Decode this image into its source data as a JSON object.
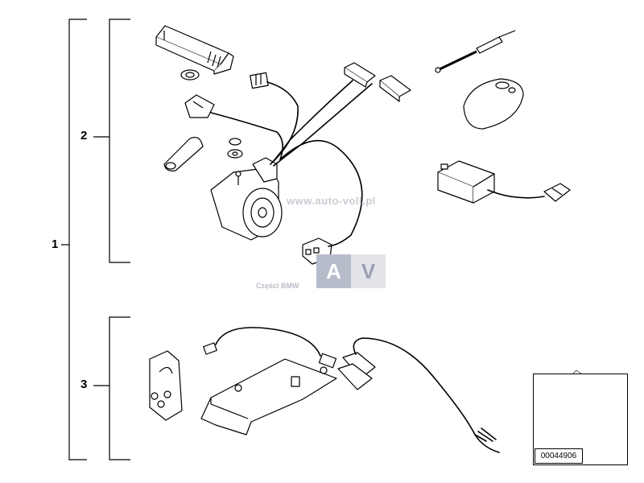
{
  "callouts": {
    "item1": "1",
    "item2": "2",
    "item3": "3"
  },
  "watermark": {
    "url": "www.auto-voll.pl",
    "tagline": "Części BMW",
    "logo_left": "A",
    "logo_right": "V"
  },
  "reference": {
    "code": "00044906"
  },
  "colors": {
    "line": "#000000",
    "watermark": "#c9ccd4",
    "logo_dark": "#b7bccb",
    "logo_light": "#e2e4ea",
    "highlight": "#000000"
  }
}
